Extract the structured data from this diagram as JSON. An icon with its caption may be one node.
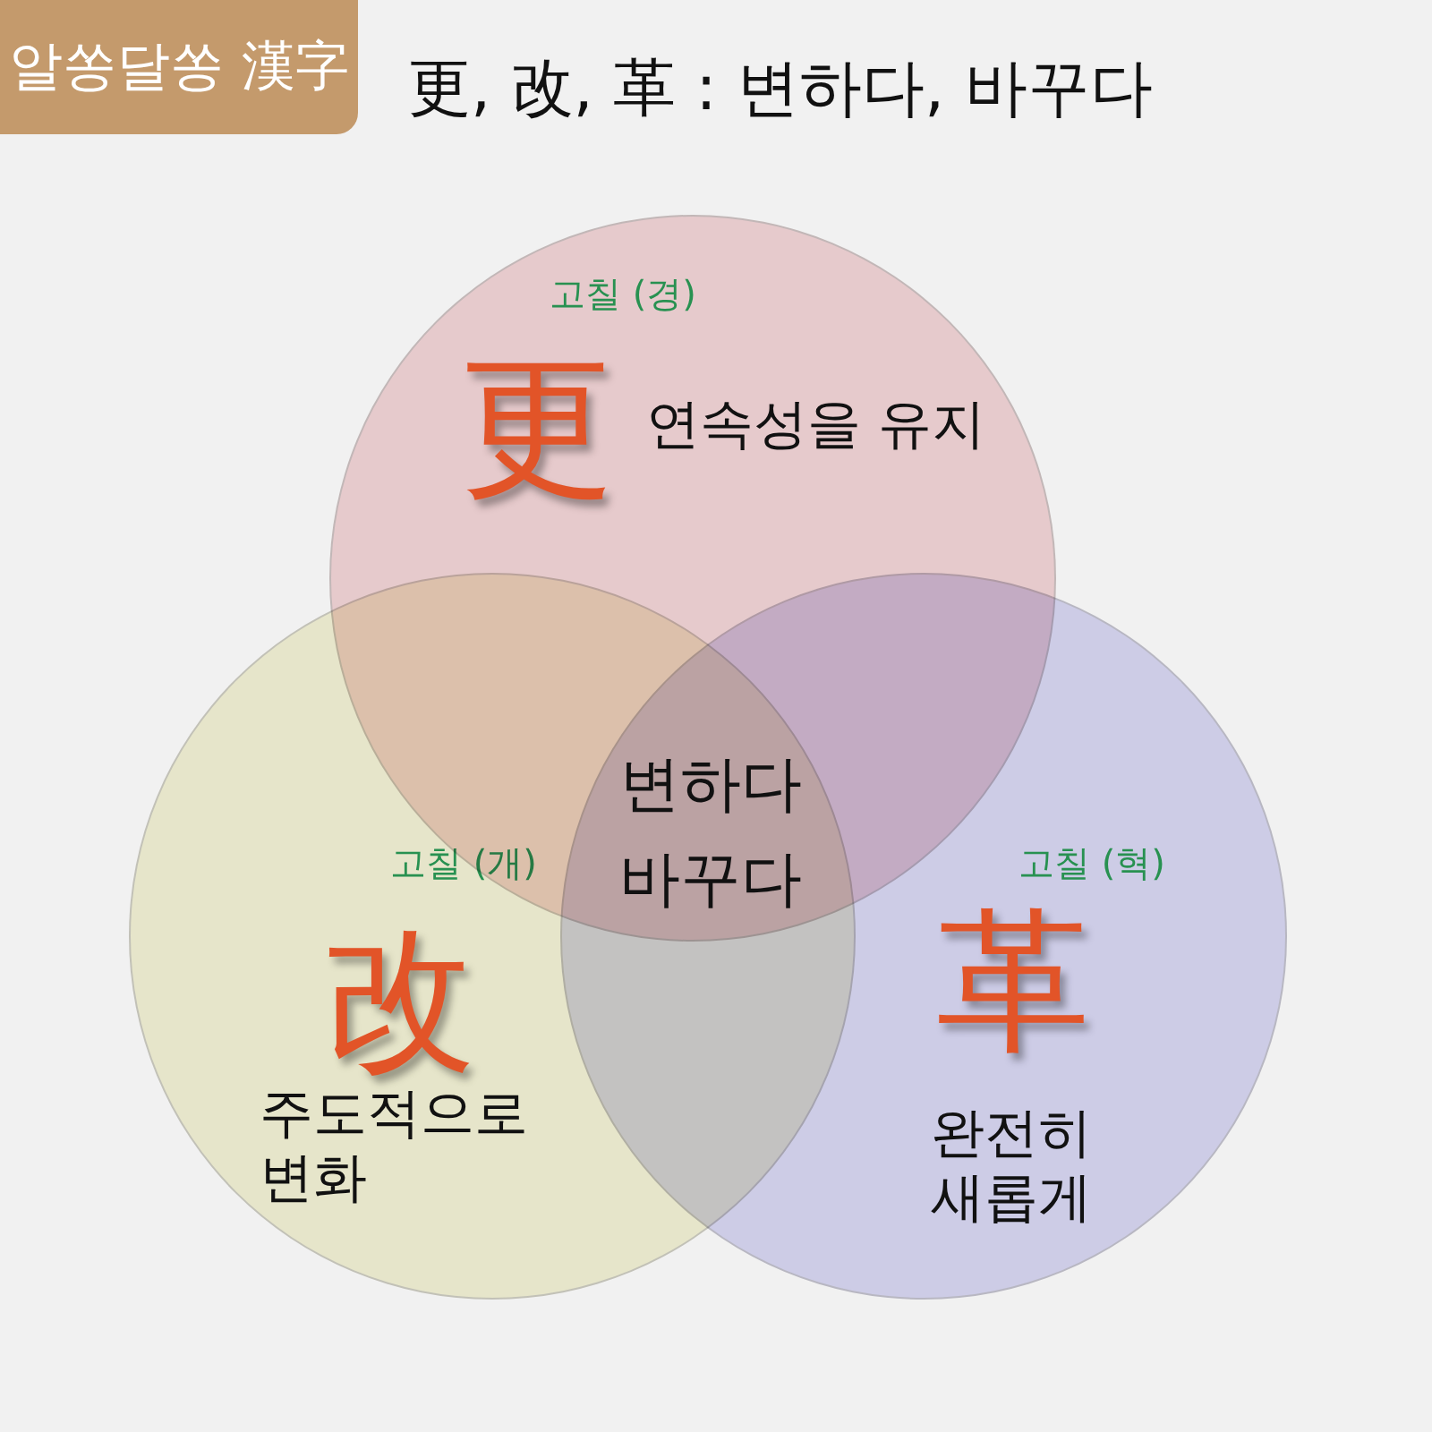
{
  "diagram": {
    "title": "更, 改, 革 : 변하다, 바꾸다",
    "nodes": [
      {
        "text": [
          "알쏭달쏭 漢字"
        ]
      },
      {
        "text": [
          "고칠 (경)",
          "更",
          "연속성을 유지"
        ]
      },
      {
        "text": [
          "고칠 (개)",
          "改",
          "주도적으로 변화"
        ]
      },
      {
        "text": [
          "고칠 (혁)",
          "革",
          "완전히 새롭게"
        ]
      }
    ],
    "labels": [
      "변하다 바꾸다"
    ]
  }
}
